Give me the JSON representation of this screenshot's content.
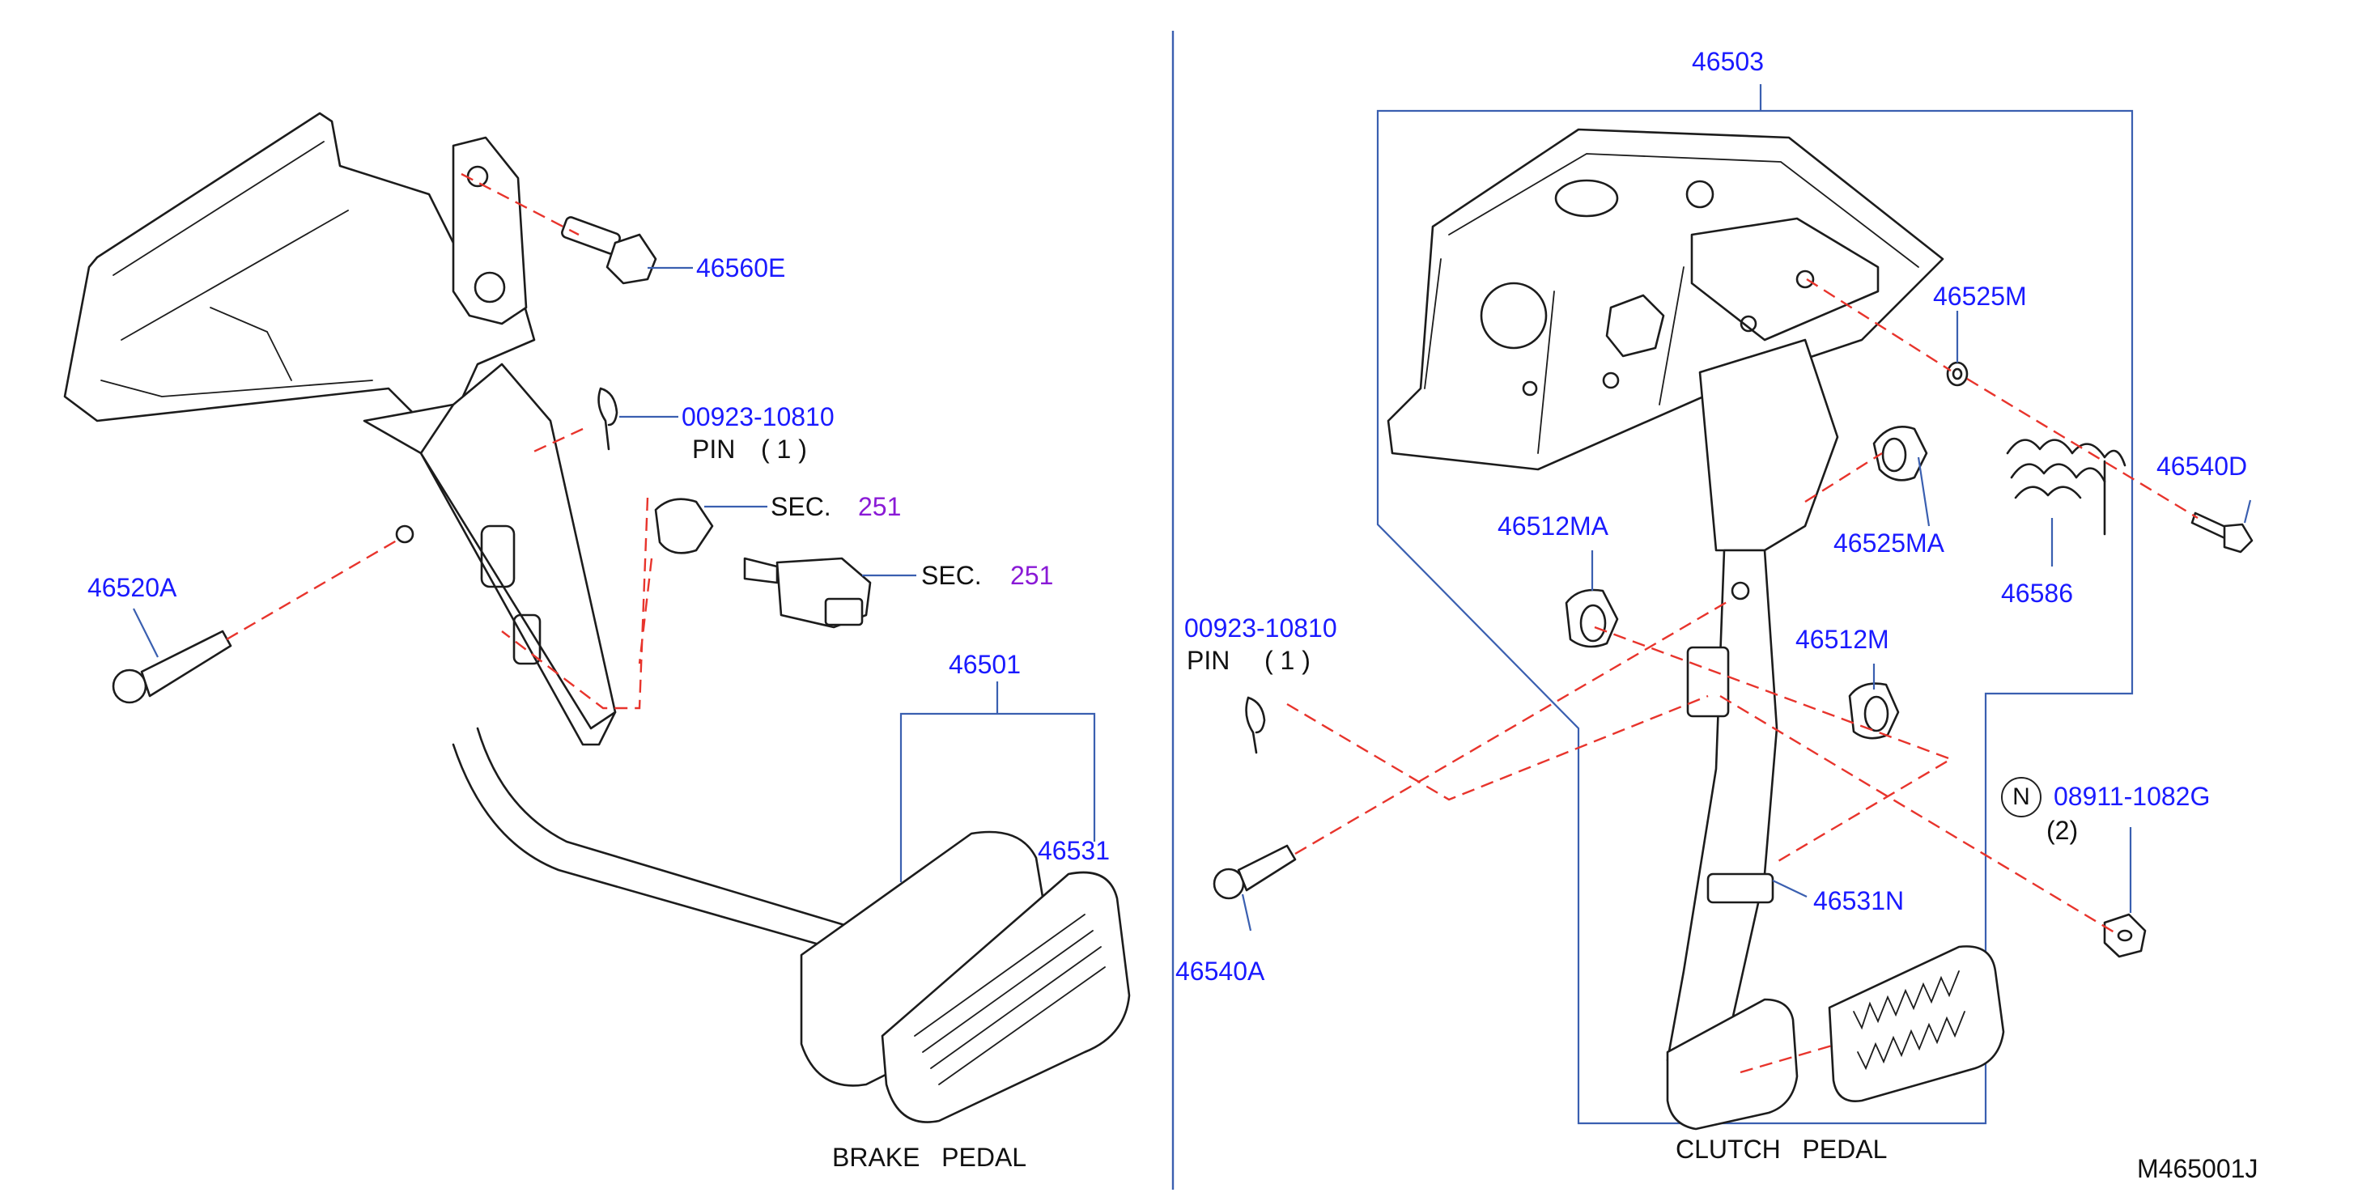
{
  "brake": {
    "p46560e": "46560E",
    "p00923": "00923-10810",
    "pin": "PIN",
    "pin_qty": "( 1 )",
    "sec_1": "SEC.",
    "sec_1_num": "251",
    "sec_2": "SEC.",
    "sec_2_num": "251",
    "p46520a": "46520A",
    "p46501": "46501",
    "p46531": "46531",
    "caption": "BRAKE   PEDAL"
  },
  "clutch": {
    "p46503": "46503",
    "p46525m": "46525M",
    "p46540d": "46540D",
    "p46512ma": "46512MA",
    "p46525ma": "46525MA",
    "p46586": "46586",
    "p00923": "00923-10810",
    "pin": "PIN",
    "pin_qty": "( 1 )",
    "p46512m": "46512M",
    "n_mark": "N",
    "p08911": "08911-1082G",
    "p08911_qty": "(2)",
    "p46531n": "46531N",
    "p46540a": "46540A",
    "caption": "CLUTCH   PEDAL"
  },
  "diagram_id": "M465001J",
  "colors": {
    "part_number": "#1a1aff",
    "section_ref": "#8a1ad6",
    "leader": "#3a5fb0",
    "phantom_line": "#e8342c"
  }
}
